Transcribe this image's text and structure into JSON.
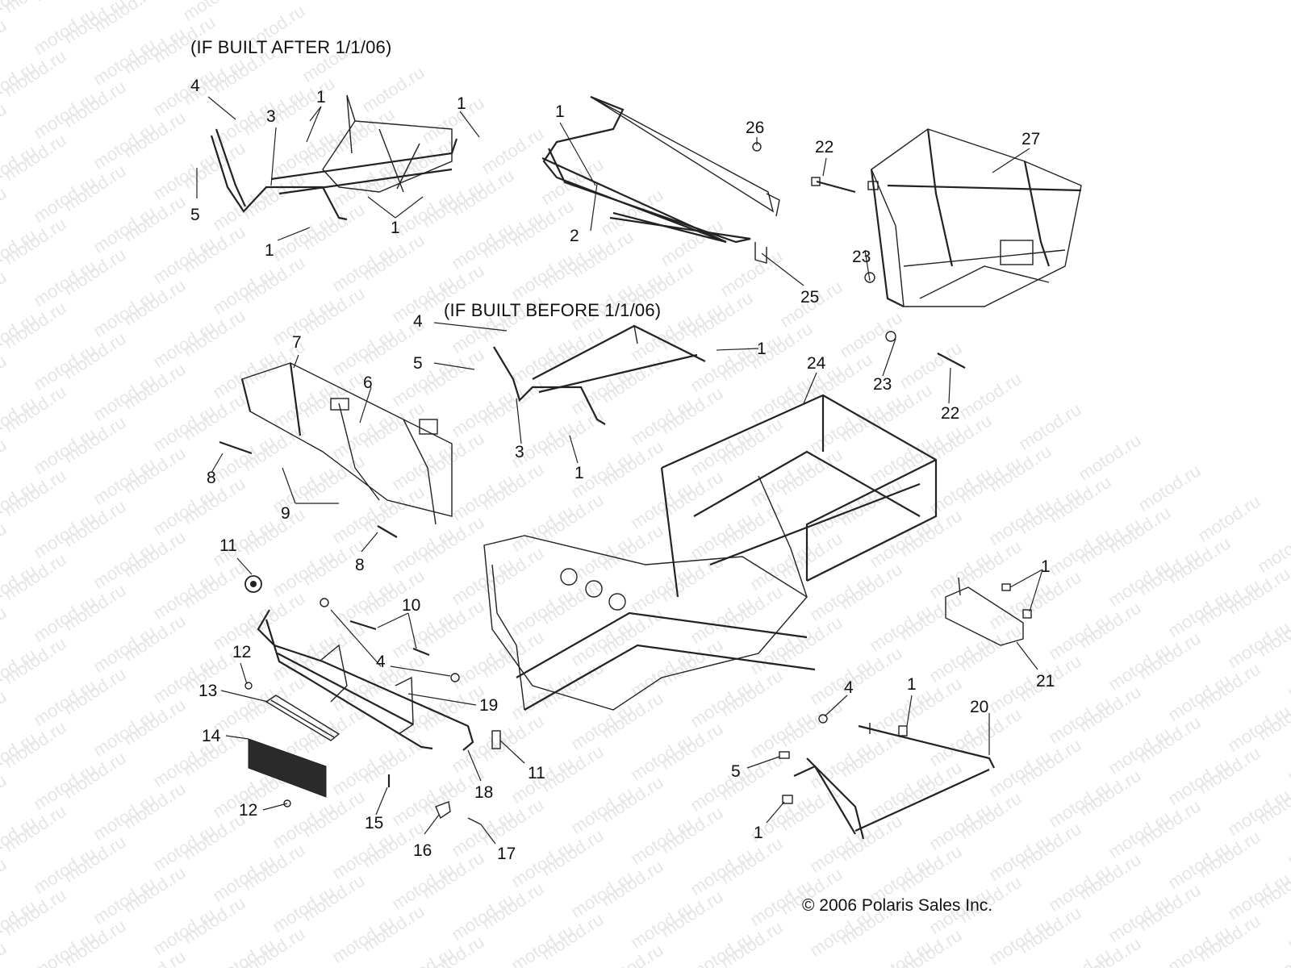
{
  "headings": {
    "built_after": "(IF BUILT AFTER 1/1/06)",
    "built_before": "(IF BUILT BEFORE 1/1/06)"
  },
  "watermark": "motod.ru",
  "copyright": "© 2006 Polaris Sales Inc.",
  "callouts": [
    "4",
    "1",
    "3",
    "5",
    "1",
    "1",
    "1",
    "1",
    "2",
    "26",
    "22",
    "23",
    "25",
    "27",
    "4",
    "5",
    "1",
    "3",
    "1",
    "7",
    "6",
    "8",
    "9",
    "8",
    "24",
    "23",
    "22",
    "11",
    "10",
    "4",
    "12",
    "13",
    "19",
    "14",
    "11",
    "18",
    "12",
    "15",
    "16",
    "17",
    "1",
    "21",
    "4",
    "1",
    "20",
    "5",
    "1"
  ],
  "colors": {
    "line": "#222222",
    "watermark": "#e6e6e6",
    "background": "#ffffff"
  }
}
